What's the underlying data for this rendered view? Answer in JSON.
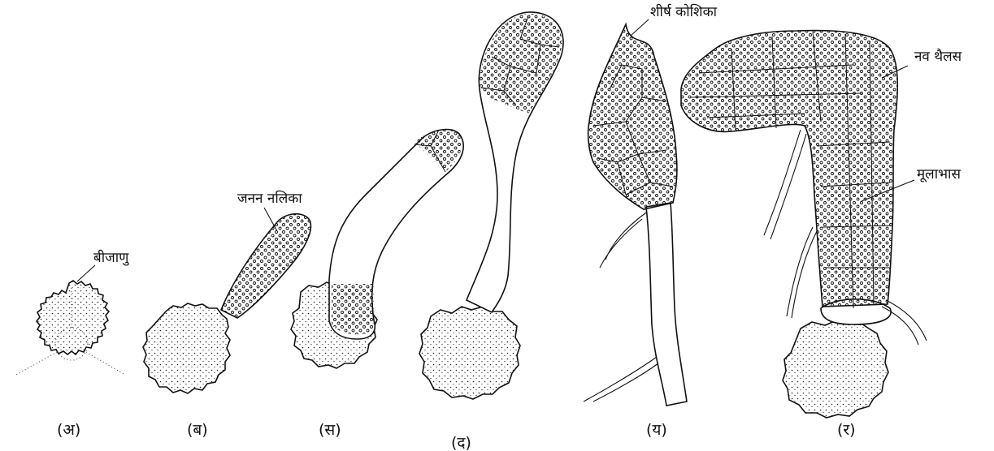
{
  "figure": {
    "labels": {
      "spore": "बीजाणु",
      "germ_tube": "जनन नलिका",
      "apical_cell": "शीर्ष कोशिका",
      "new_thallus": "नव थैलस",
      "rhizoid": "मूलाभास"
    },
    "stages": [
      {
        "id": "a",
        "caption": "(अ)"
      },
      {
        "id": "b",
        "caption": "(ब)"
      },
      {
        "id": "c",
        "caption": "(स)"
      },
      {
        "id": "d",
        "caption": "(द)"
      },
      {
        "id": "e",
        "caption": "(य)"
      },
      {
        "id": "f",
        "caption": "(र)"
      }
    ]
  }
}
